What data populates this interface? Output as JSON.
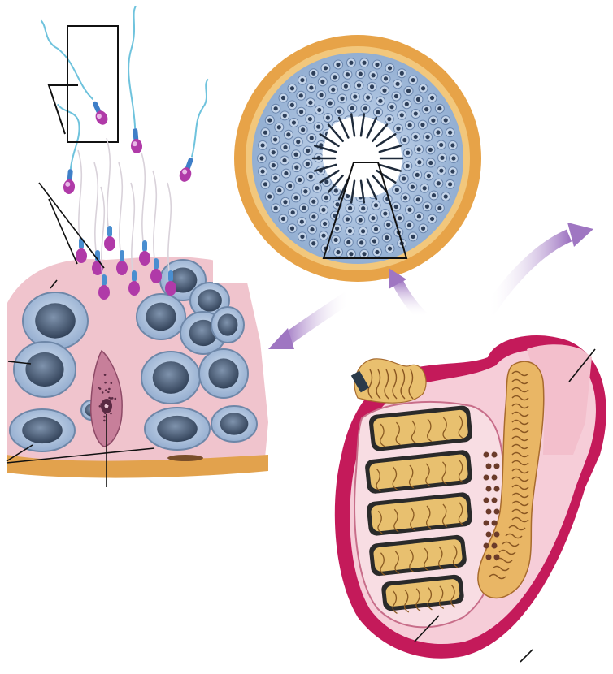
{
  "figure": {
    "panels": [
      "sperm-cells",
      "seminiferous-tubule-wall",
      "tubule-cross-section",
      "testis-and-epididymis"
    ],
    "colors": {
      "tubule_border": "#e9a94f",
      "tubule_fill": "#9fb9da",
      "cell_fill": "#a9c2df",
      "nucleus": "#4a5d78",
      "matrix": "#f2c7cf",
      "basement": "#e0a34e",
      "sperm_head": "#b03aa8",
      "sperm_tail": "#6fc3dd",
      "arrow": "#a57cc4",
      "testis_outer": "#c21e5c",
      "testis_inner": "#f4c9d6",
      "lobule": "#e8c06f",
      "leader_line": "#000000"
    }
  }
}
